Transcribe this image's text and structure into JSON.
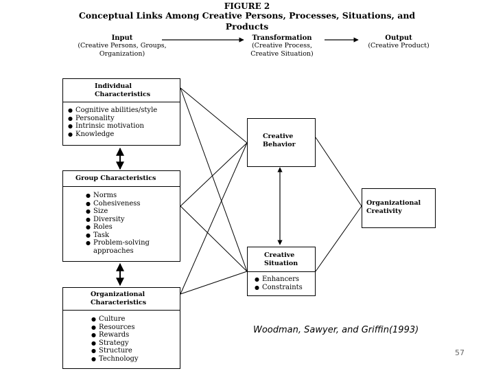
{
  "figure": {
    "label": "FIGURE 2",
    "title": "Conceptual Links Among Creative Persons, Processes, Situations, and Products"
  },
  "flow": {
    "input": {
      "heading": "Input",
      "sub1": "(Creative Persons, Groups,",
      "sub2": "Organization)"
    },
    "transformation": {
      "heading": "Transformation",
      "sub1": "(Creative Process,",
      "sub2": "Creative Situation)"
    },
    "output": {
      "heading": "Output",
      "sub1": "(Creative Product)"
    }
  },
  "boxes": {
    "individual": {
      "title1": "Individual",
      "title2": "Characteristics",
      "items": [
        "Cognitive abilities/style",
        "Personality",
        "Intrinsic motivation",
        "Knowledge"
      ]
    },
    "group": {
      "title": "Group Characteristics",
      "items": [
        "Norms",
        "Cohesiveness",
        "Size",
        "Diversity",
        "Roles",
        "Task",
        "Problem-solving",
        "approaches"
      ]
    },
    "organizational": {
      "title1": "Organizational",
      "title2": "Characteristics",
      "items": [
        "Culture",
        "Resources",
        "Rewards",
        "Strategy",
        "Structure",
        "Technology"
      ]
    },
    "behavior": {
      "title1": "Creative",
      "title2": "Behavior"
    },
    "situation": {
      "title1": "Creative",
      "title2": "Situation",
      "items": [
        "Enhancers",
        "Constraints"
      ]
    },
    "creativity": {
      "title1": "Organizational",
      "title2": "Creativity"
    }
  },
  "credit": "Woodman, Sawyer, and Griffin(1993)",
  "page_number": "57"
}
